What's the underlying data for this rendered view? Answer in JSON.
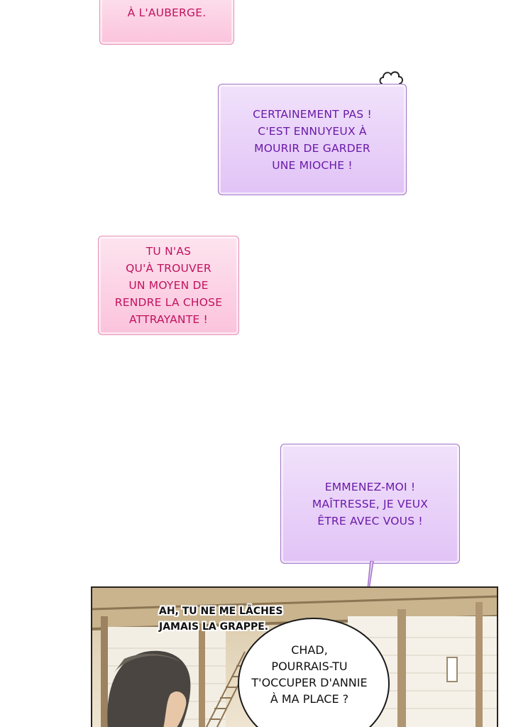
{
  "bubbles": {
    "top_cut": "À L'AUBERGE.",
    "certainement": "CERTAINEMENT PAS !\nC'EST ENNUYEUX À\nMOURIR DE GARDER\nUNE MIOCHE !",
    "tu_nas": "TU N'AS\nQU'À TROUVER\nUN MOYEN DE\nRENDRE LA CHOSE\nATTRAYANTE !",
    "emmenez": "EMMENEZ-MOI !\nMAÎTRESSE, JE VEUX\nÊTRE AVEC VOUS  !"
  },
  "panel": {
    "aside": "AH, TU NE ME LÂCHES\nJAMAIS LA GRAPPE.",
    "speech": "CHAD,\nPOURRAIS-TU\nT'OCCUPER D'ANNIE\nÀ MA PLACE ?"
  },
  "colors": {
    "pink_text": "#c2125f",
    "purple_text": "#6a1aa8"
  }
}
